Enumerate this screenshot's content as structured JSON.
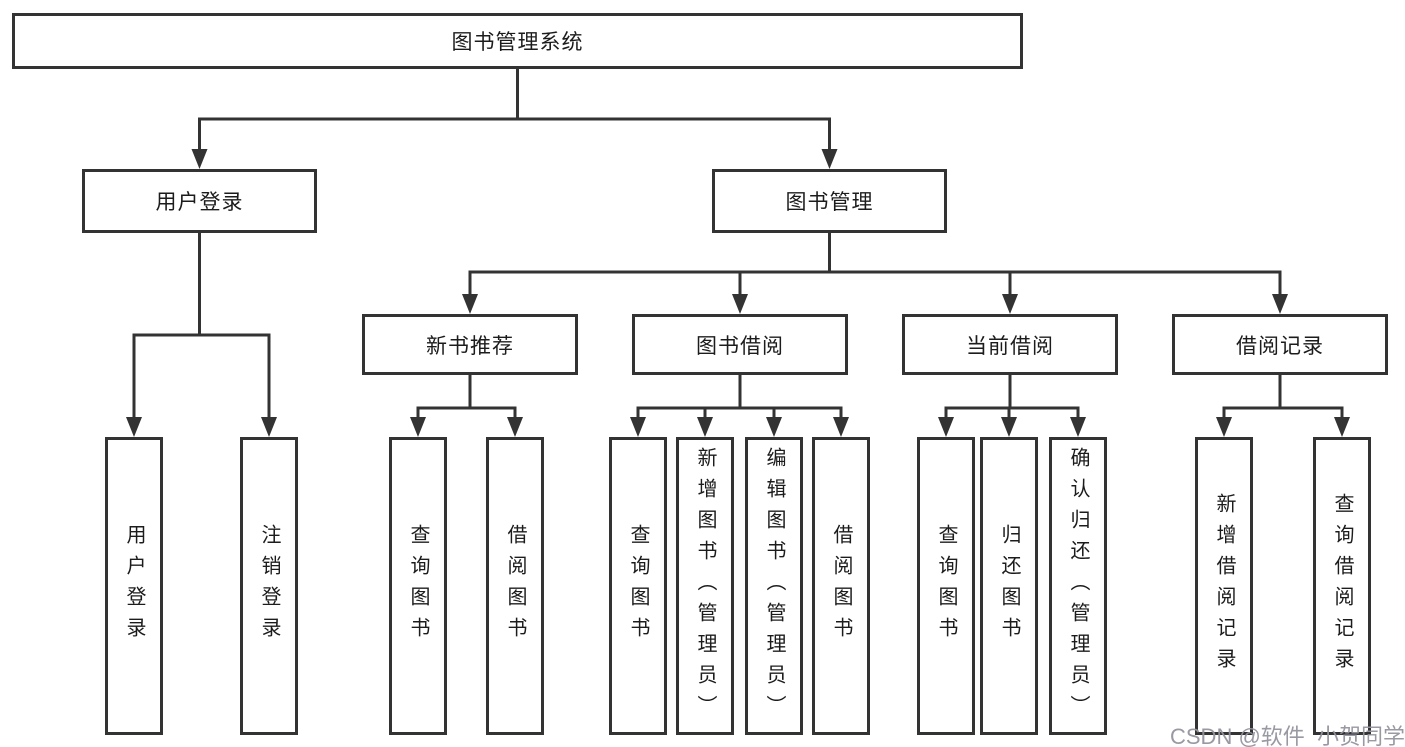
{
  "diagram": {
    "root": {
      "label": "图书管理系统"
    },
    "children": [
      {
        "label": "用户登录",
        "children": [
          {
            "label": "用户登录"
          },
          {
            "label": "注销登录"
          }
        ]
      },
      {
        "label": "图书管理",
        "children": [
          {
            "label": "新书推荐",
            "children": [
              {
                "label": "查询图书"
              },
              {
                "label": "借阅图书"
              }
            ]
          },
          {
            "label": "图书借阅",
            "children": [
              {
                "label": "查询图书"
              },
              {
                "label": "新增图书（管理员）"
              },
              {
                "label": "编辑图书（管理员）"
              },
              {
                "label": "借阅图书"
              }
            ]
          },
          {
            "label": "当前借阅",
            "children": [
              {
                "label": "查询图书"
              },
              {
                "label": "归还图书"
              },
              {
                "label": "确认归还（管理员）"
              }
            ]
          },
          {
            "label": "借阅记录",
            "children": [
              {
                "label": "新增借阅记录"
              },
              {
                "label": "查询借阅记录"
              }
            ]
          }
        ]
      }
    ]
  },
  "watermark": "CSDN @软件_小贺同学",
  "colors": {
    "line": "#333333",
    "box_border": "#333333",
    "text": "#1c1c1c",
    "watermark": "#94949e",
    "background": "#ffffff"
  }
}
